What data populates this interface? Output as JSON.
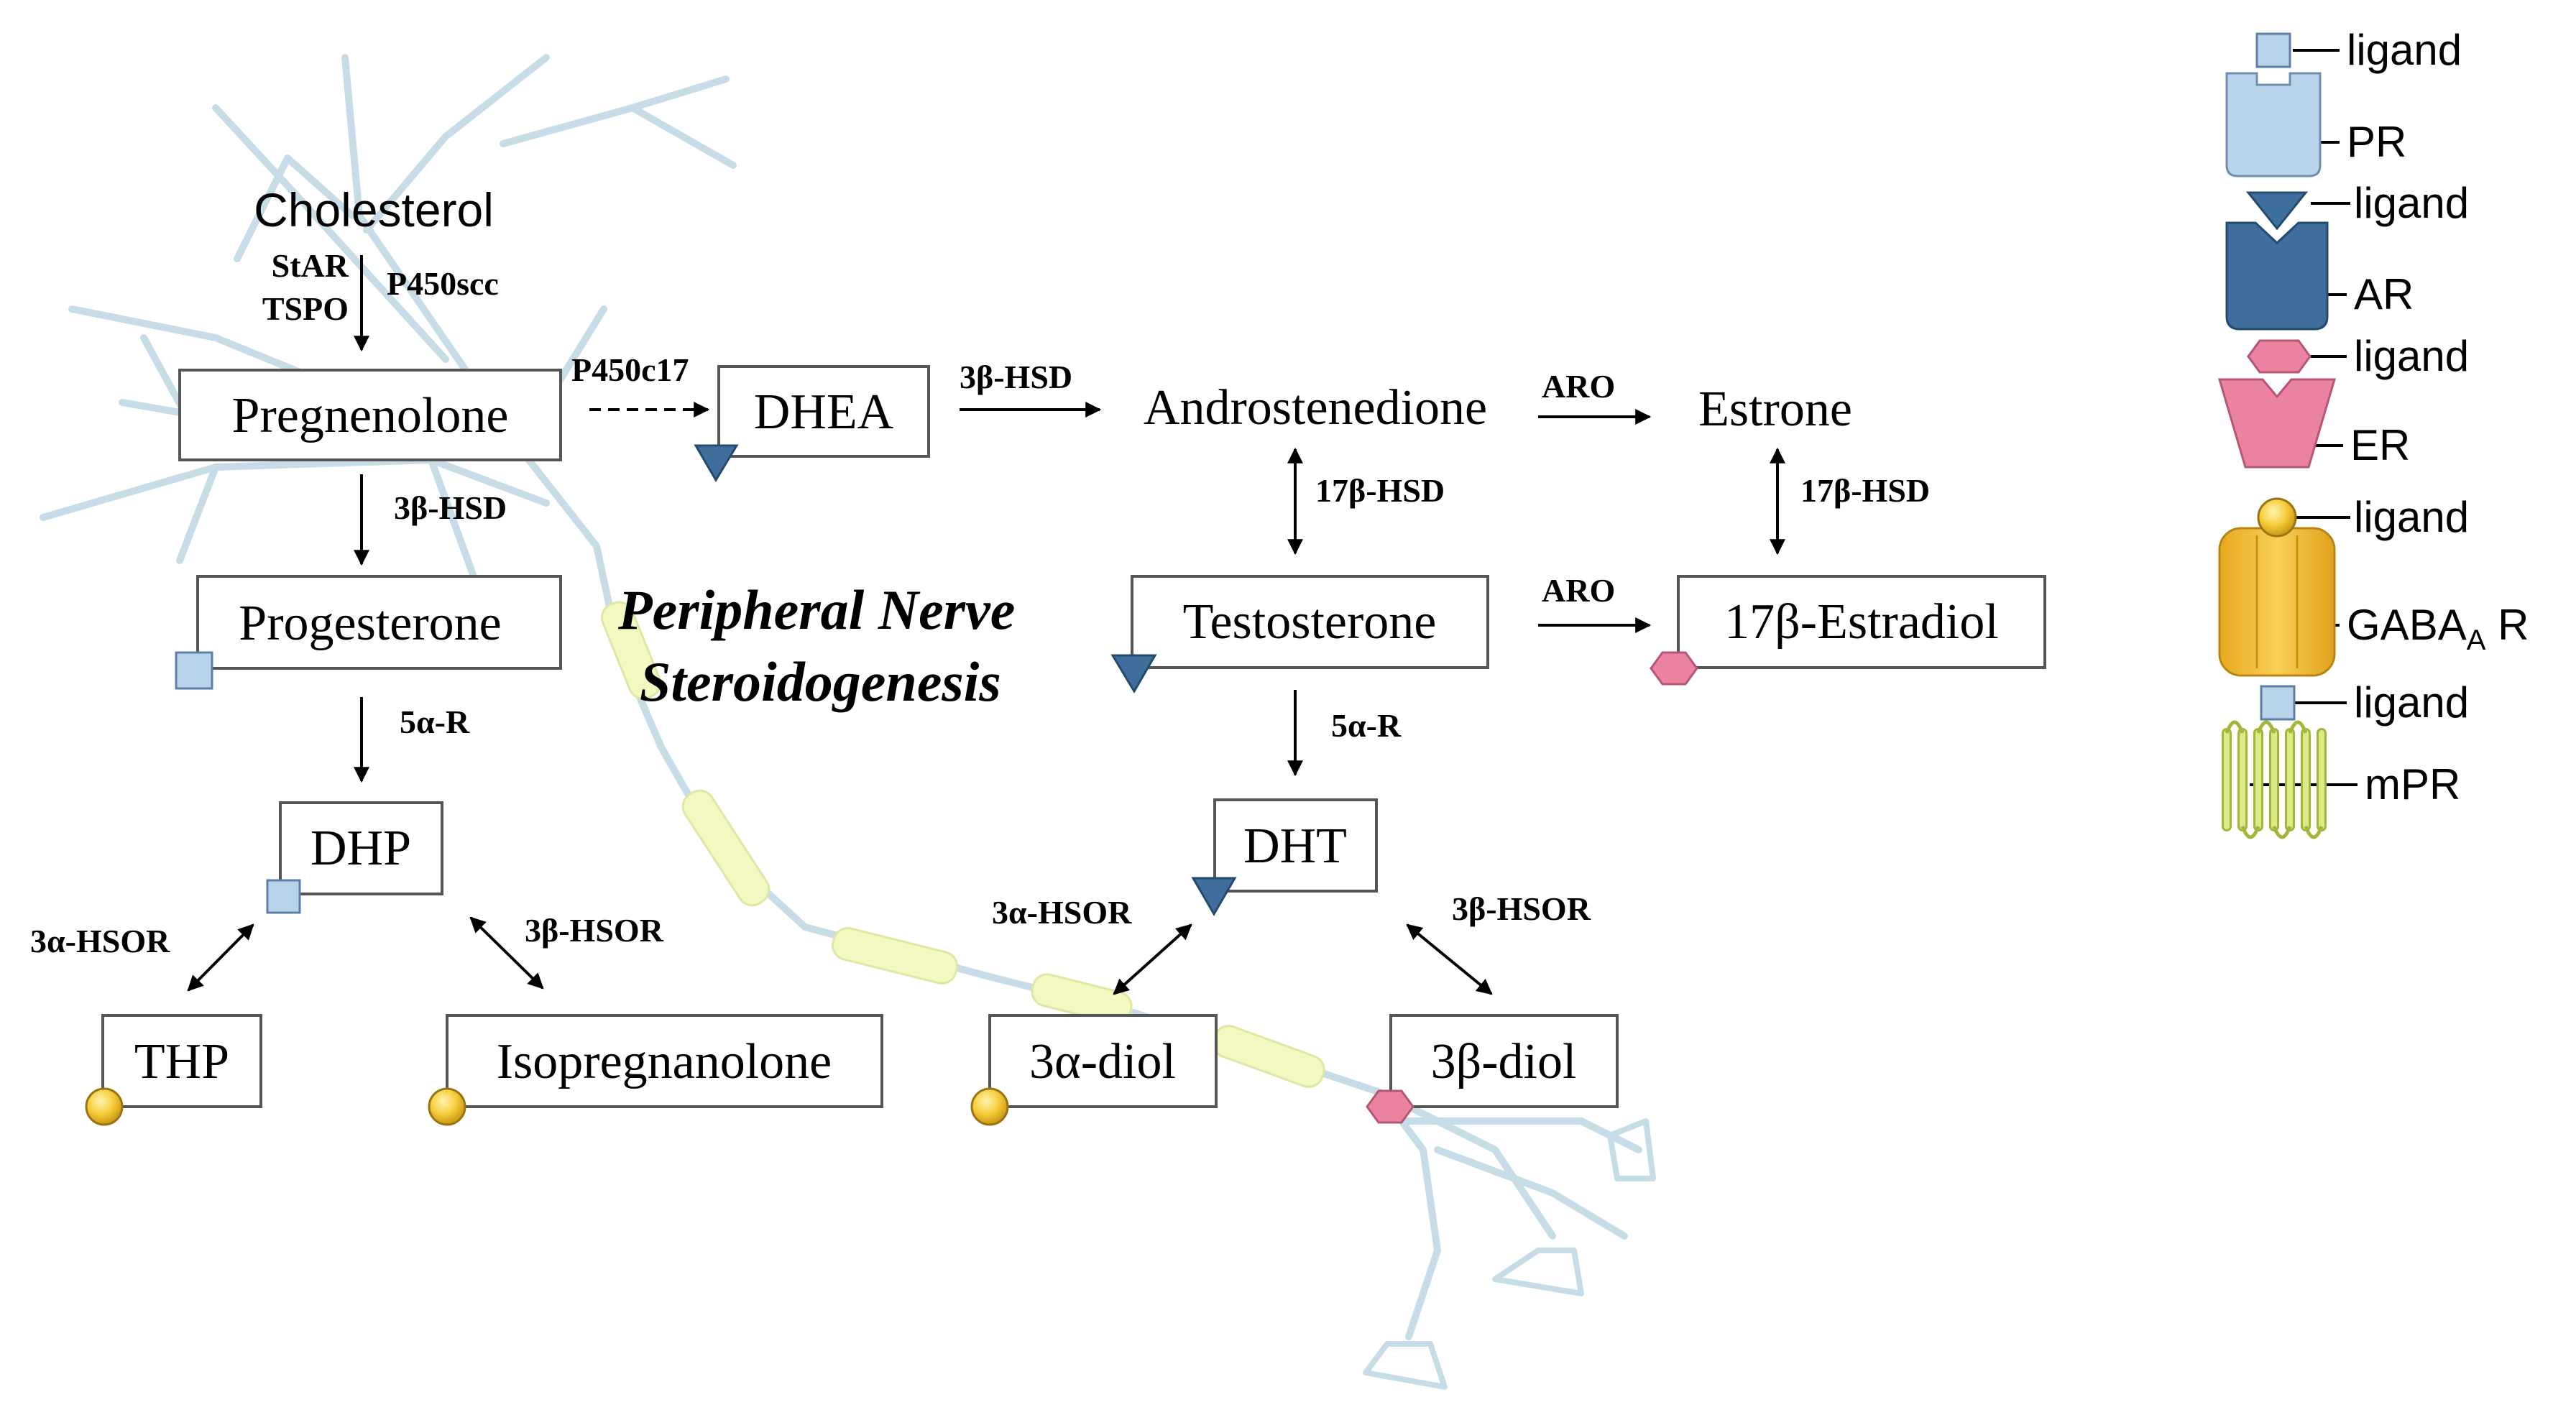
{
  "title": "Peripheral Nerve Steroidogenesis",
  "title_lines": [
    "Peripheral Nerve",
    "Steroidogenesis"
  ],
  "molecules": {
    "cholesterol": "Cholesterol",
    "pregnenolone": "Pregnenolone",
    "dhea": "DHEA",
    "androstenedione": "Androstenedione",
    "estrone": "Estrone",
    "progesterone": "Progesterone",
    "testosterone": "Testosterone",
    "estradiol": "17β-Estradiol",
    "dhp": "DHP",
    "dht": "DHT",
    "thp": "THP",
    "isopregnanolone": "Isopregnanolone",
    "diol_3a": "3α-diol",
    "diol_3b": "3β-diol"
  },
  "enzymes": {
    "star": "StAR",
    "tspo": "TSPO",
    "p450scc": "P450scc",
    "p450c17": "P450c17",
    "hsd3b_top": "3β-HSD",
    "hsd3b_left": "3β-HSD",
    "aro_top": "ARO",
    "aro_mid": "ARO",
    "hsd17b_left": "17β-HSD",
    "hsd17b_right": "17β-HSD",
    "r5a_left": "5α-R",
    "r5a_right": "5α-R",
    "hsor3a_left": "3α-HSOR",
    "hsor3b_left": "3β-HSOR",
    "hsor3a_right": "3α-HSOR",
    "hsor3b_right": "3β-HSOR"
  },
  "legend": {
    "items": [
      {
        "ligand": "ligand",
        "receptor": "PR"
      },
      {
        "ligand": "ligand",
        "receptor": "AR"
      },
      {
        "ligand": "ligand",
        "receptor": "ER"
      },
      {
        "ligand": "ligand",
        "receptor": "GABA",
        "receptor_sub": "A",
        "receptor_suffix": " R"
      },
      {
        "ligand": "ligand",
        "receptor": "mPR"
      }
    ]
  },
  "colors": {
    "pr": "#b9d3ea",
    "ar": "#3f6d9c",
    "er": "#e9839f",
    "gaba": "#f3c13c",
    "mpr": "#cfe07a",
    "nerve_outline": "#c6dde8",
    "myelin": "#f3f7c0"
  }
}
